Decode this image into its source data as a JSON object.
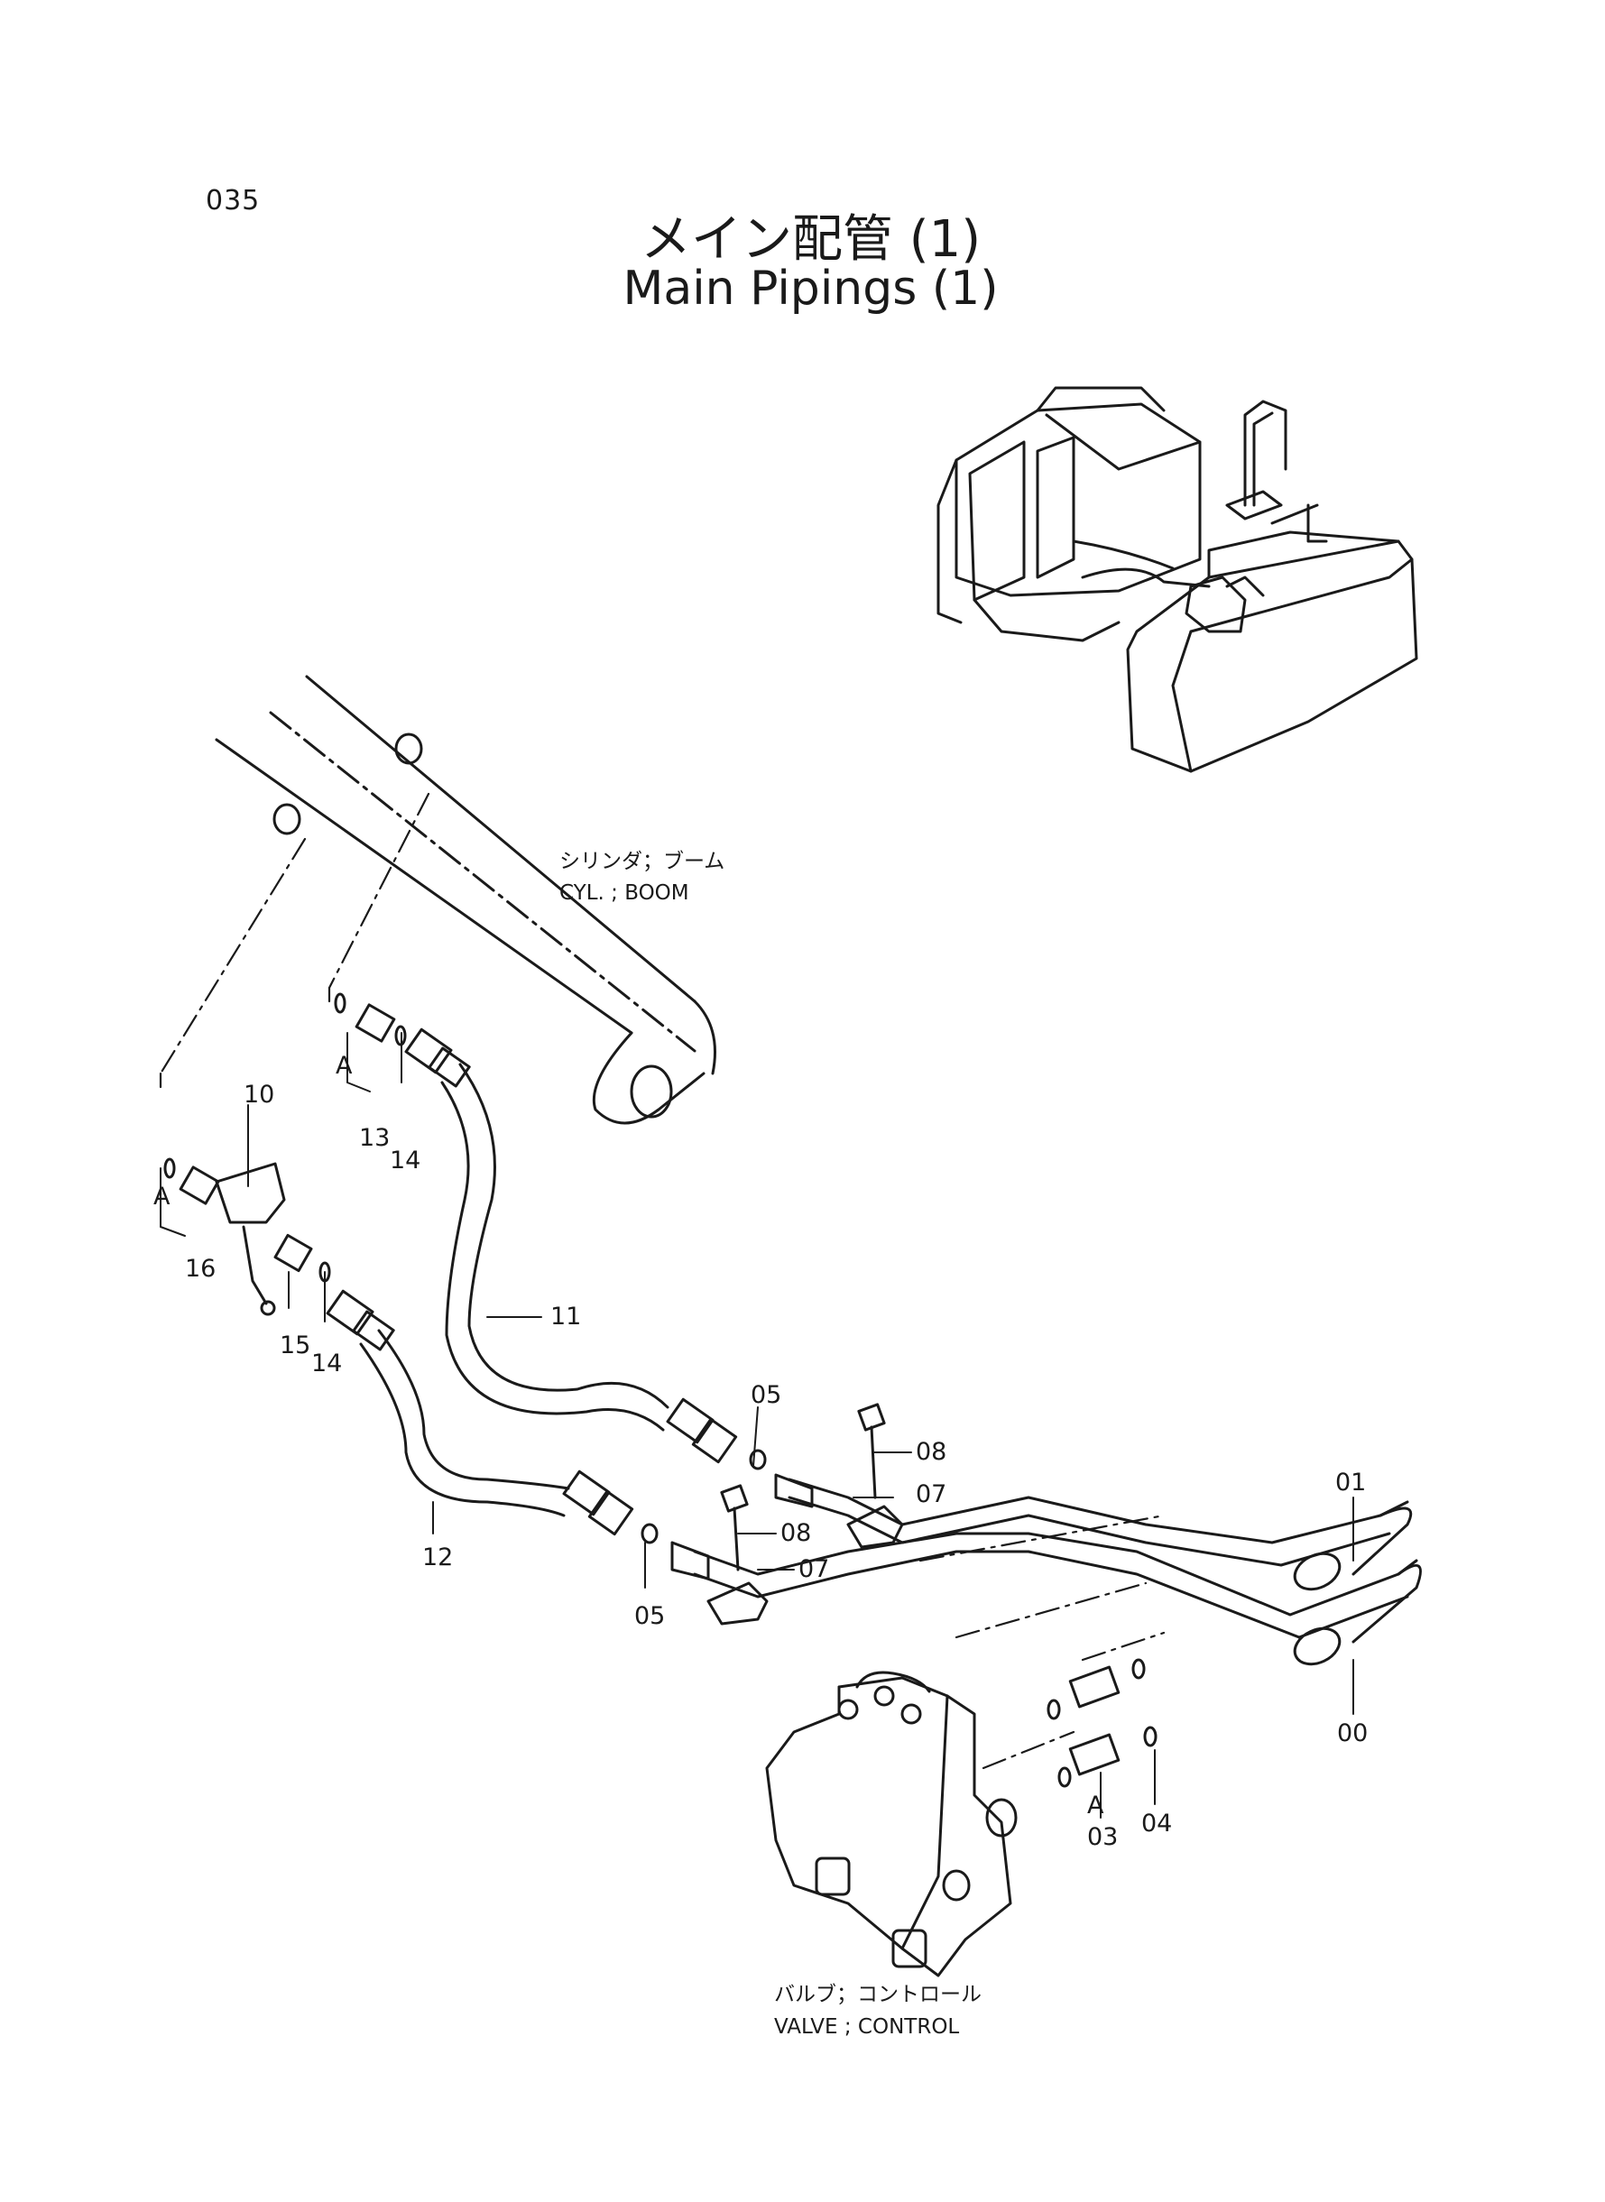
{
  "page_number": "035",
  "title_jp": "メイン配管 (1)",
  "title_en": "Main Pipings (1)",
  "captions": {
    "boom_jp": "シリンダ；ブーム",
    "boom_en": "CYL. ; BOOM",
    "valve_jp": "バルブ；コントロール",
    "valve_en": "VALVE ; CONTROL"
  },
  "callouts": [
    "00",
    "01",
    "03",
    "04",
    "05",
    "05",
    "07",
    "07",
    "08",
    "08",
    "10",
    "11",
    "12",
    "13",
    "14",
    "14",
    "15",
    "16",
    "A",
    "A",
    "A"
  ]
}
